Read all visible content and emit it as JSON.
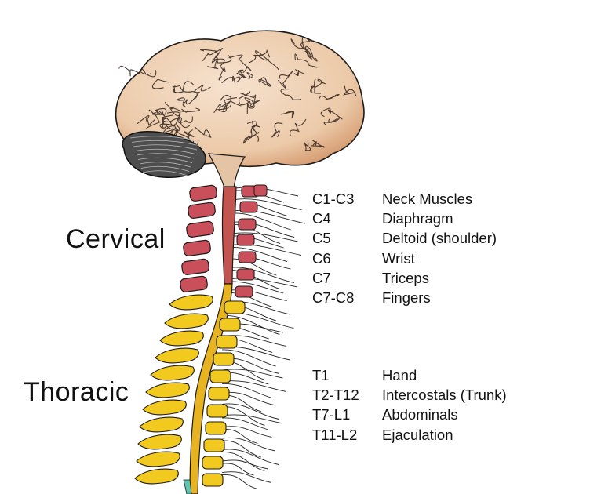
{
  "regions": {
    "cervical": "Cervical",
    "thoracic": "Thoracic"
  },
  "cervical_table": [
    {
      "level": "C1-C3",
      "function": "Neck Muscles"
    },
    {
      "level": "C4",
      "function": "Diaphragm"
    },
    {
      "level": "C5",
      "function": "Deltoid (shoulder)"
    },
    {
      "level": "C6",
      "function": "Wrist"
    },
    {
      "level": "C7",
      "function": "Triceps"
    },
    {
      "level": "C7-C8",
      "function": "Fingers"
    }
  ],
  "thoracic_table": [
    {
      "level": "T1",
      "function": "Hand"
    },
    {
      "level": "T2-T12",
      "function": "Intercostals (Trunk)"
    },
    {
      "level": "T7-L1",
      "function": "Abdominals"
    },
    {
      "level": "T11-L2",
      "function": "Ejaculation"
    }
  ],
  "colors": {
    "brain_fill": "#f1d6bd",
    "brain_shadow": "#d49a72",
    "cerebellum": "#4a4a4a",
    "cervical_vertebra": "#c9505a",
    "thoracic_vertebra": "#f2c91e",
    "spinal_cord_cervical": "#c2554f",
    "spinal_cord_thoracic": "#e7b321",
    "outline": "#1a1a1a"
  }
}
